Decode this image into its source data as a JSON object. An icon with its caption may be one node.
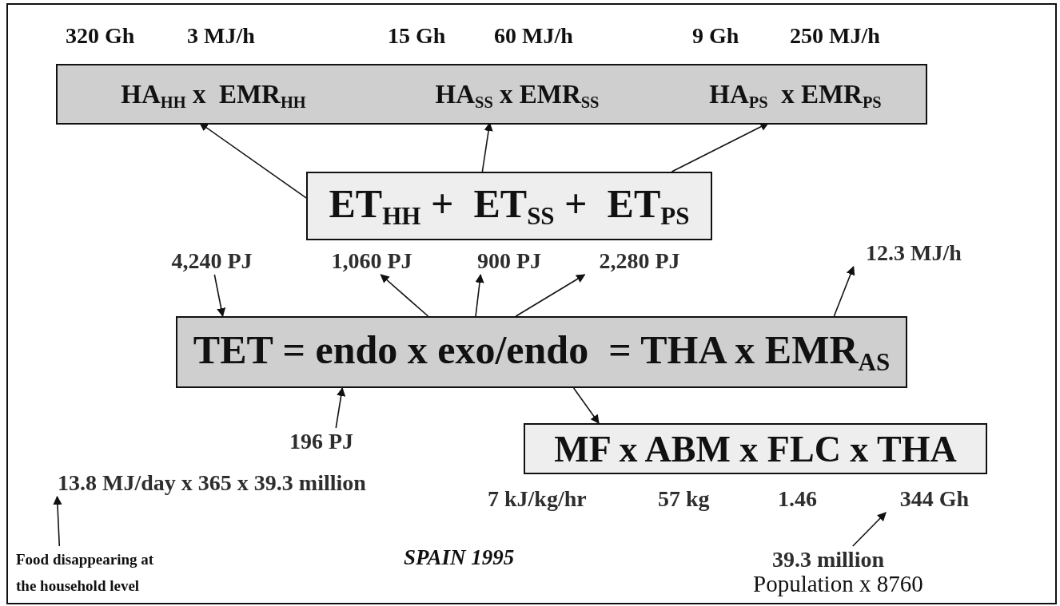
{
  "diagram": {
    "nodes": [
      {
        "text": [],
        "shape": "box"
      },
      {
        "text": [
          "HA$_{HH}$ x  EMR$_{HH}$"
        ],
        "in": 0
      },
      {
        "text": [
          "HA$_{SS}$ x EMR$_{SS}$"
        ],
        "in": 0
      },
      {
        "text": [
          "HA$_{PS}$  x EMR$_{PS}$"
        ],
        "in": 0
      },
      {
        "text": [
          "ET$_{HH}$ +  ET$_{SS}$ +  ET$_{PS}$"
        ]
      },
      {
        "text": [
          "4,240 PJ"
        ]
      },
      {
        "text": [
          "1,060 PJ"
        ]
      },
      {
        "text": [
          "900 PJ"
        ]
      },
      {
        "text": [
          "2,280 PJ"
        ]
      },
      {
        "text": [
          "12.3 MJ/h"
        ]
      },
      {
        "text": [
          "TET = endo x exo/endo  = THA x EMR$_{AS}$"
        ]
      },
      {
        "text": [
          "196 PJ"
        ]
      },
      {
        "text": [
          "MF x ABM x FLC x THA"
        ]
      },
      {
        "text": [
          "13.8 MJ/day x 365 x 39.3 million"
        ]
      },
      {
        "text": [
          "344 Gh"
        ]
      },
      {
        "text": [
          "Food disappearing at the household level"
        ]
      },
      {
        "text": [
          "39.3 million"
        ]
      }
    ],
    "edges": [
      {
        "from": 4,
        "to": 1,
        "arrow": "to"
      },
      {
        "from": 4,
        "to": 2,
        "arrow": "to"
      },
      {
        "from": 4,
        "to": 3,
        "arrow": "to"
      },
      {
        "from": 5,
        "to": 10,
        "arrow": "to"
      },
      {
        "from": 10,
        "to": 6,
        "arrow": "to"
      },
      {
        "from": 10,
        "to": 7,
        "arrow": "to"
      },
      {
        "from": 10,
        "to": 8,
        "arrow": "to"
      },
      {
        "from": 11,
        "to": 10,
        "arrow": "to"
      },
      {
        "from": 10,
        "to": 9,
        "arrow": "to"
      },
      {
        "from": 10,
        "to": 12,
        "arrow": "to"
      },
      {
        "from": 15,
        "to": 13,
        "arrow": "to"
      },
      {
        "from": 16,
        "to": 14,
        "arrow": "to"
      }
    ],
    "labels": [
      "320 Gh",
      "3 MJ/h",
      "15 Gh",
      "60 MJ/h",
      "9 Gh",
      "250 MJ/h",
      "7 kJ/kg/hr",
      "57 kg",
      "1.46",
      "SPAIN 1995",
      "Population x 8760"
    ]
  }
}
